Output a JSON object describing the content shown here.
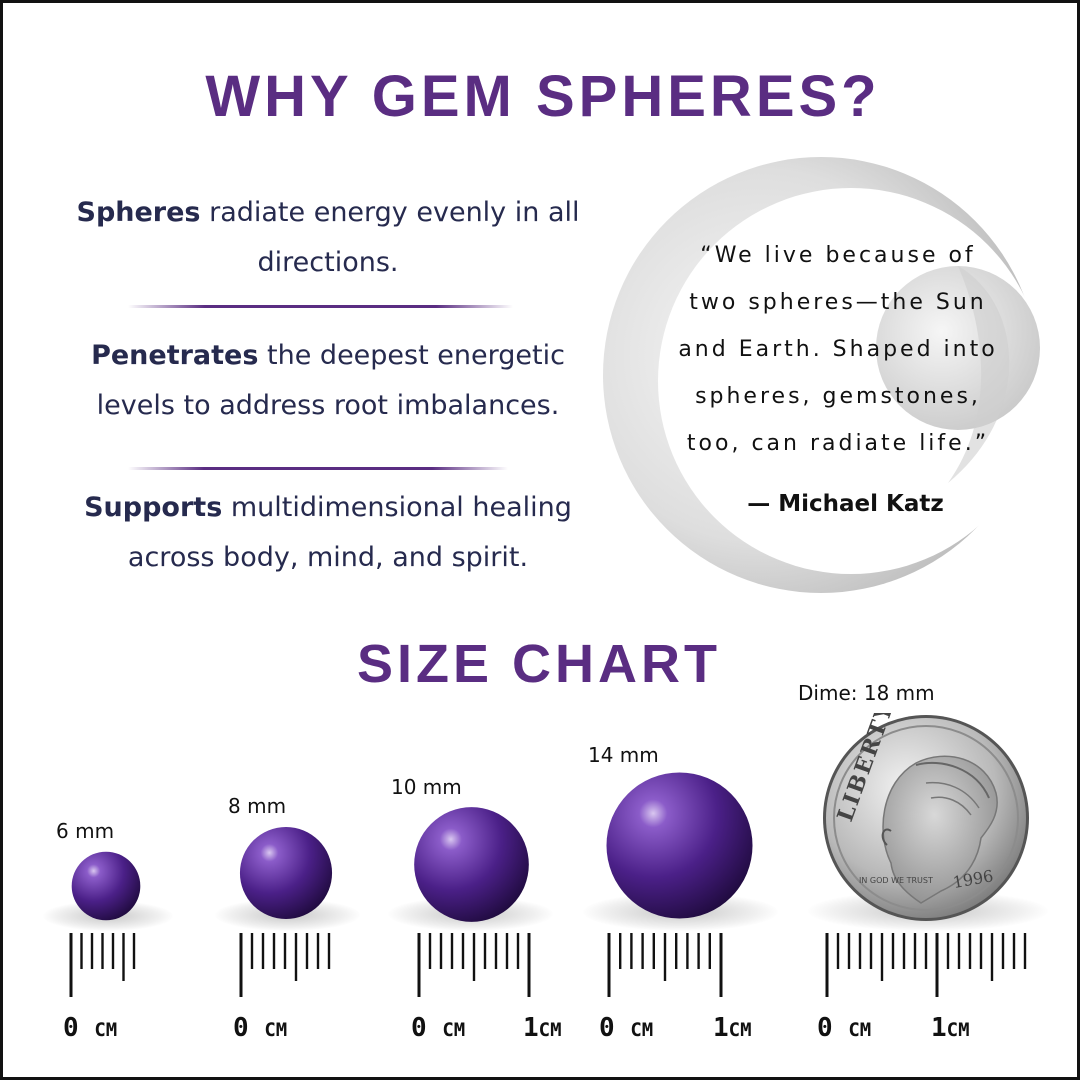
{
  "header": {
    "title": "WHY GEM SPHERES?"
  },
  "benefits": [
    {
      "bold": "Spheres",
      "line1_rest": " radiate energy evenly in all",
      "line2": "directions."
    },
    {
      "bold": "Penetrates",
      "line1_rest": " the deepest energetic",
      "line2": "levels to address root imbalances."
    },
    {
      "bold": "Supports",
      "line1_rest": " multidimensional healing",
      "line2": "across body, mind, and spirit."
    }
  ],
  "quote": {
    "lines": [
      "“We live because of",
      "two spheres—the Sun",
      "and Earth. Shaped into",
      "spheres, gemstones,",
      "too, can radiate life.”"
    ],
    "author": "— Michael Katz"
  },
  "size_chart": {
    "title": "SIZE CHART",
    "items": [
      {
        "label": "6 mm",
        "diameter_mm": 6
      },
      {
        "label": "8 mm",
        "diameter_mm": 8
      },
      {
        "label": "10 mm",
        "diameter_mm": 10
      },
      {
        "label": "14 mm",
        "diameter_mm": 14
      },
      {
        "label": "Dime: 18 mm",
        "diameter_mm": 18
      }
    ],
    "scale": {
      "zero": "0",
      "one": "1",
      "unit": "CM"
    },
    "dime": {
      "text_top": "LIBERTY",
      "text_trust": "IN GOD WE TRUST",
      "year": "1996"
    }
  },
  "colors": {
    "accent": "#5a2d82",
    "text": "#262a4e",
    "sphere": "#4b2088"
  }
}
